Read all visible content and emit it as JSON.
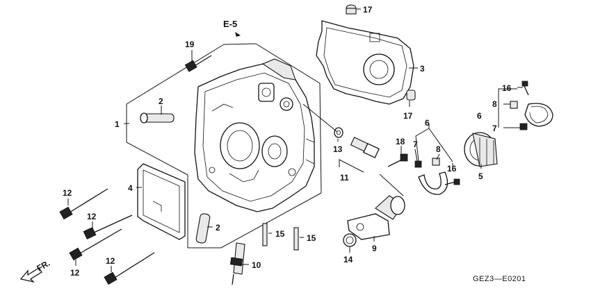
{
  "diagram": {
    "reference": "E-5",
    "front_label": "FR.",
    "figure_code": "GEZ3—E0201",
    "callouts": {
      "c1": "1",
      "c2a": "2",
      "c2b": "2",
      "c3": "3",
      "c4": "4",
      "c5": "5",
      "c6a": "6",
      "c6b": "6",
      "c7a": "7",
      "c7b": "7",
      "c8a": "8",
      "c8b": "8",
      "c9": "9",
      "c10": "10",
      "c11": "11",
      "c12a": "12",
      "c12b": "12",
      "c12c": "12",
      "c12d": "12",
      "c13": "13",
      "c14": "14",
      "c15a": "15",
      "c15b": "15",
      "c16a": "16",
      "c16b": "16",
      "c17a": "17",
      "c17b": "17",
      "c18": "18",
      "c19": "19"
    }
  }
}
